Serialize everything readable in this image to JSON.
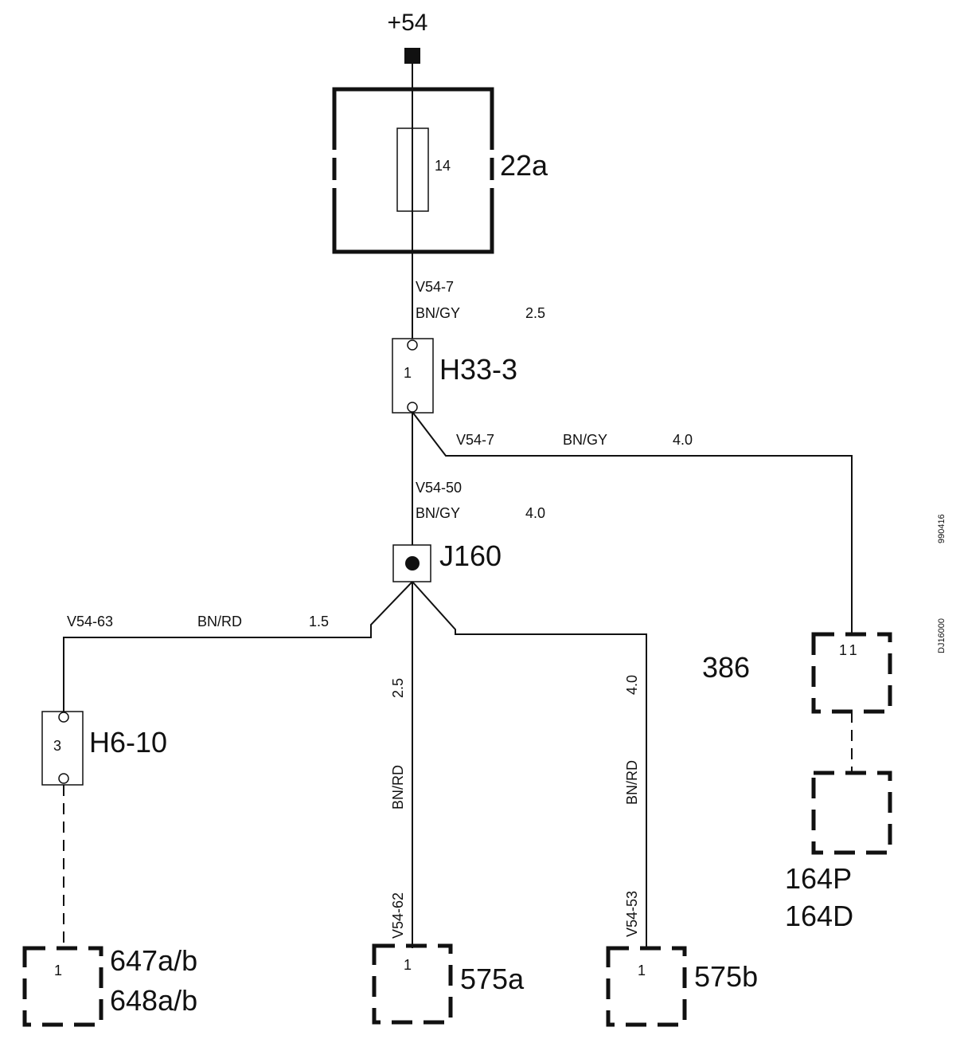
{
  "supply": {
    "label": "+54"
  },
  "fuse_box": {
    "id": "22a",
    "fuse_number": "14"
  },
  "wire_fuse_to_h33": {
    "circuit": "V54-7",
    "color": "BN/GY",
    "size": "2.5"
  },
  "connector_h33": {
    "id": "H33-3",
    "pin": "1"
  },
  "wire_h33_to_386": {
    "circuit": "V54-7",
    "color": "BN/GY",
    "size": "4.0"
  },
  "wire_h33_to_j160": {
    "circuit": "V54-50",
    "color": "BN/GY",
    "size": "4.0"
  },
  "splice": {
    "id": "J160"
  },
  "wire_to_h6": {
    "circuit": "V54-63",
    "color": "BN/RD",
    "size": "1.5"
  },
  "connector_h6": {
    "id": "H6-10",
    "pin": "3"
  },
  "wire_to_575a": {
    "circuit": "V54-62",
    "color": "BN/RD",
    "size": "2.5"
  },
  "wire_to_575b": {
    "circuit": "V54-53",
    "color": "BN/RD",
    "size": "4.0"
  },
  "component_386": {
    "id": "386",
    "pin": "11"
  },
  "component_164": {
    "line1": "164P",
    "line2": "164D"
  },
  "component_647": {
    "line1": "647a/b",
    "line2": "648a/b",
    "pin": "1"
  },
  "component_575a": {
    "id": "575a",
    "pin": "1"
  },
  "component_575b": {
    "id": "575b",
    "pin": "1"
  },
  "side_codes": {
    "date": "990416",
    "drawing": "DJ16000"
  }
}
